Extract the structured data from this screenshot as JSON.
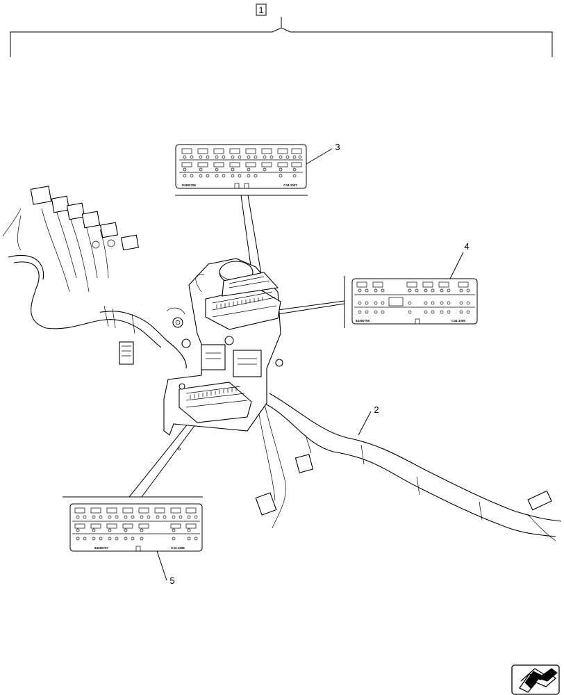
{
  "callouts": {
    "assembly": "1",
    "harness": "2",
    "label_top": "3",
    "label_right": "4",
    "label_bottom": "5"
  },
  "labels": {
    "top": {
      "part_number": "84350756",
      "connector": "C34-1007"
    },
    "right": {
      "part_number": "84350755",
      "connector": "C34-1006"
    },
    "bottom": {
      "part_number": "84350757",
      "connector": "C34-1005"
    }
  },
  "icons": {
    "navigation": "arrow-back-icon"
  }
}
